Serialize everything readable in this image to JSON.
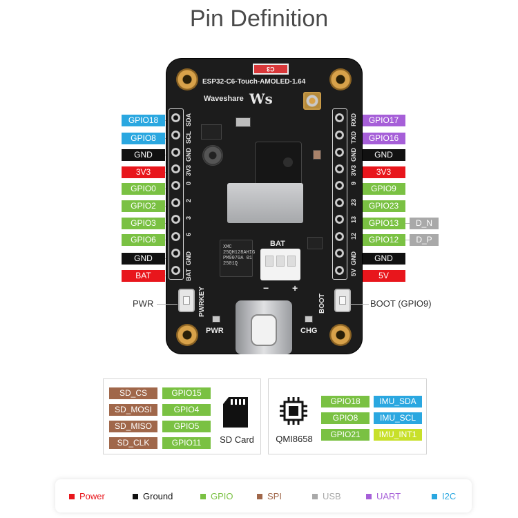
{
  "title": "Pin Definition",
  "board": {
    "model": "ESP32-C6-Touch-AMOLED-1.64",
    "brand": "Waveshare",
    "brand_logo": "Ws",
    "silk_c3": "C3",
    "silk_bat": "BAT",
    "silk_pwrkey": "PWRKEY",
    "silk_boot": "BOOT",
    "silk_pwr": "PWR",
    "silk_chg": "CHG",
    "ic_text": "XMC\n25QH128AHIG\nPM9070A 01\n2501Q",
    "left_header": [
      "SDA",
      "SCL",
      "GND",
      "3V3",
      "0",
      "2",
      "3",
      "6",
      "GND",
      "BAT"
    ],
    "right_header": [
      "RXD",
      "TXD",
      "GND",
      "3V3",
      "9",
      "23",
      "13",
      "12",
      "GND",
      "5V"
    ]
  },
  "left_pins": [
    {
      "label": "GPIO18",
      "type": "i2c"
    },
    {
      "label": "GPIO8",
      "type": "i2c"
    },
    {
      "label": "GND",
      "type": "gnd"
    },
    {
      "label": "3V3",
      "type": "power"
    },
    {
      "label": "GPIO0",
      "type": "gpio"
    },
    {
      "label": "GPIO2",
      "type": "gpio"
    },
    {
      "label": "GPIO3",
      "type": "gpio"
    },
    {
      "label": "GPIO6",
      "type": "gpio"
    },
    {
      "label": "GND",
      "type": "gnd"
    },
    {
      "label": "BAT",
      "type": "power"
    }
  ],
  "right_pins": [
    {
      "label": "GPIO17",
      "type": "uart"
    },
    {
      "label": "GPIO16",
      "type": "uart"
    },
    {
      "label": "GND",
      "type": "gnd"
    },
    {
      "label": "3V3",
      "type": "power"
    },
    {
      "label": "GPIO9",
      "type": "gpio"
    },
    {
      "label": "GPIO23",
      "type": "gpio"
    },
    {
      "label": "GPIO13",
      "type": "gpio",
      "extra": "D_N"
    },
    {
      "label": "GPIO12",
      "type": "gpio",
      "extra": "D_P"
    },
    {
      "label": "GND",
      "type": "gnd"
    },
    {
      "label": "5V",
      "type": "power"
    }
  ],
  "side_labels": {
    "pwr": "PWR",
    "boot": "BOOT (GPIO9)"
  },
  "sd_box": {
    "rows": [
      {
        "func": "SD_CS",
        "gpio": "GPIO15"
      },
      {
        "func": "SD_MOSI",
        "gpio": "GPIO4"
      },
      {
        "func": "SD_MISO",
        "gpio": "GPIO5"
      },
      {
        "func": "SD_CLK",
        "gpio": "GPIO11"
      }
    ],
    "caption": "SD Card",
    "icon": "sd-card-icon"
  },
  "imu_box": {
    "rows": [
      {
        "gpio": "GPIO18",
        "func": "IMU_SDA"
      },
      {
        "gpio": "GPIO8",
        "func": "IMU_SCL"
      },
      {
        "gpio": "GPIO21",
        "func": "IMU_INT1"
      }
    ],
    "caption": "QMI8658",
    "icon": "chip-icon"
  },
  "legend": [
    {
      "label": "Power",
      "color": "#e8161c"
    },
    {
      "label": "Ground",
      "color": "#111111"
    },
    {
      "label": "GPIO",
      "color": "#7ac143"
    },
    {
      "label": "SPI",
      "color": "#a0674a"
    },
    {
      "label": "USB",
      "color": "#a9a9a9"
    },
    {
      "label": "UART",
      "color": "#a65fd8"
    },
    {
      "label": "I2C",
      "color": "#2aa7e0"
    }
  ]
}
